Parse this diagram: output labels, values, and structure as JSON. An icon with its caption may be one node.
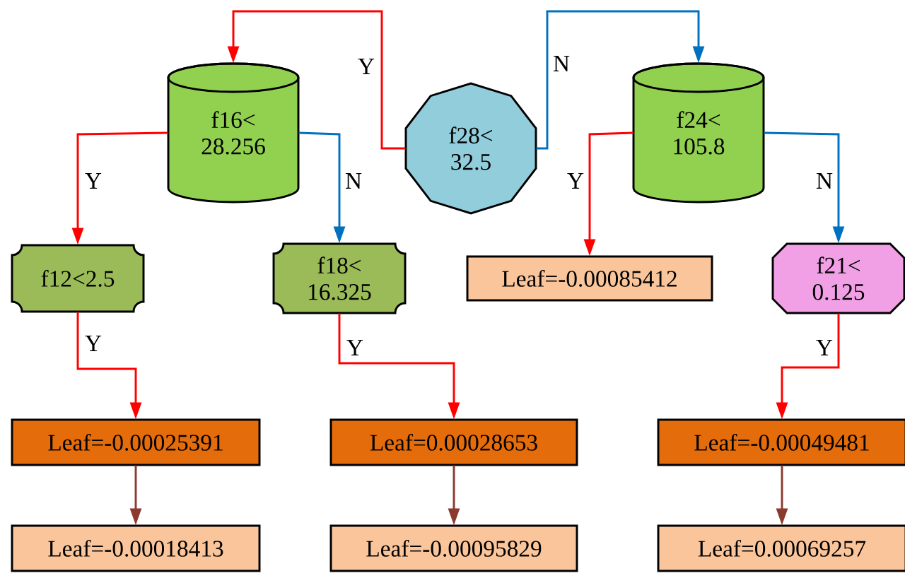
{
  "diagram": {
    "nodes": [
      {
        "text": [
          "f28< 32.5"
        ]
      },
      {
        "text": [
          "f16< 28.256"
        ]
      },
      {
        "text": [
          "f24< 105.8"
        ]
      },
      {
        "text": [
          "f12<2.5"
        ]
      },
      {
        "text": [
          "f18< 16.325"
        ]
      },
      {
        "text": [
          "Leaf=-0.00085412"
        ]
      },
      {
        "text": [
          "f21< 0.125"
        ]
      },
      {
        "text": [
          "Leaf=-0.00025391"
        ]
      },
      {
        "text": [
          "Leaf=0.00028653"
        ]
      },
      {
        "text": [
          "Leaf=-0.00049481"
        ]
      },
      {
        "text": [
          "Leaf=-0.00018413"
        ]
      },
      {
        "text": [
          "Leaf=-0.00095829"
        ]
      },
      {
        "text": [
          "Leaf=0.00069257"
        ]
      }
    ],
    "edges": [
      {
        "from": 0,
        "to": 1,
        "arrow": "to",
        "label": "Y"
      },
      {
        "from": 0,
        "to": 2,
        "arrow": "to",
        "label": "N",
        "color": "#0070c0"
      },
      {
        "from": 1,
        "to": 3,
        "arrow": "to",
        "label": "Y"
      },
      {
        "from": 1,
        "to": 4,
        "arrow": "to",
        "label": "N",
        "color": "#0070c0"
      },
      {
        "from": 2,
        "to": 5,
        "arrow": "to",
        "label": "Y"
      },
      {
        "from": 2,
        "to": 6,
        "arrow": "to",
        "label": "N",
        "color": "#0070c0"
      },
      {
        "from": 3,
        "to": 7,
        "arrow": "to",
        "label": "Y"
      },
      {
        "from": 4,
        "to": 8,
        "arrow": "to",
        "label": "Y"
      },
      {
        "from": 6,
        "to": 9,
        "arrow": "to",
        "label": "Y"
      },
      {
        "from": 7,
        "to": 10,
        "arrow": "to",
        "color": "#8b3a2e"
      },
      {
        "from": 8,
        "to": 11,
        "arrow": "to",
        "color": "#8b3a2e"
      },
      {
        "from": 9,
        "to": 12,
        "arrow": "to",
        "color": "#8b3a2e"
      }
    ]
  }
}
